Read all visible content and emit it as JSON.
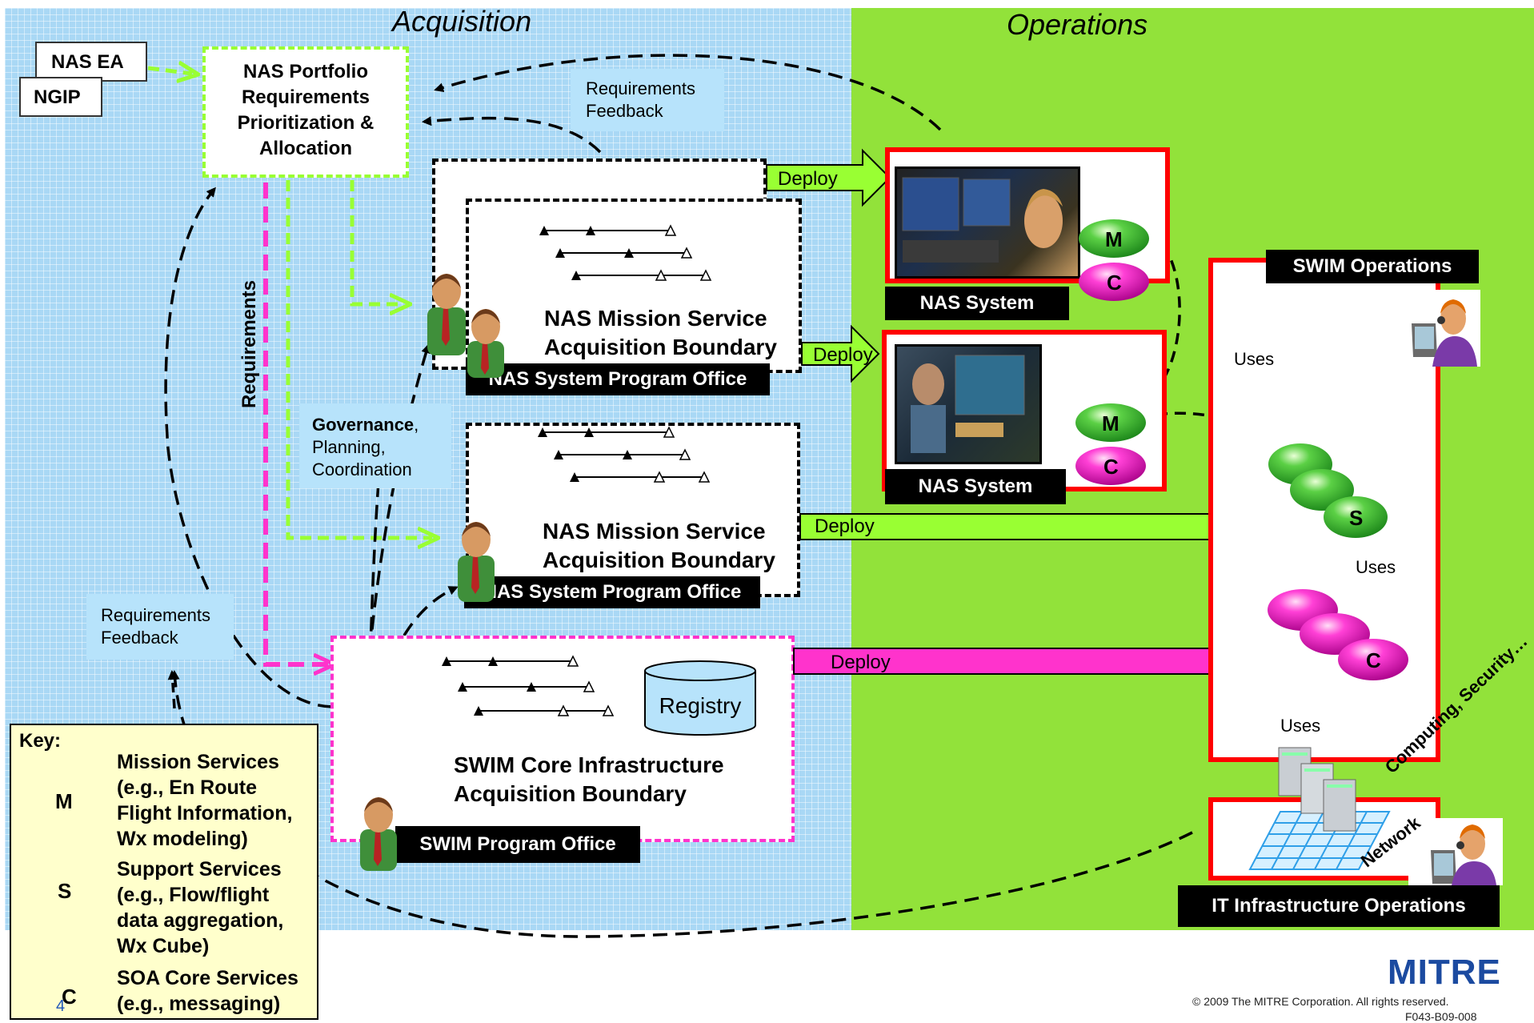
{
  "titles": {
    "acquisition": "Acquisition",
    "operations": "Operations"
  },
  "inputs": {
    "nas_ea": "NAS EA",
    "ngip": "NGIP"
  },
  "portfolio": {
    "lines": [
      "NAS Portfolio",
      "Requirements",
      "Prioritization &",
      "Allocation"
    ]
  },
  "feedback": {
    "top": [
      "Requirements",
      "Feedback"
    ],
    "left": [
      "Requirements",
      "Feedback"
    ]
  },
  "requirements_label": "Requirements",
  "governance": {
    "bold": "Governance",
    "rest": ",",
    "line2": "Planning,",
    "line3": "Coordination"
  },
  "boundary1": {
    "lines": [
      "NAS Mission Service",
      "Acquisition Boundary"
    ],
    "office": "NAS System Program Office"
  },
  "boundary2": {
    "lines": [
      "NAS Mission Service",
      "Acquisition Boundary"
    ],
    "office": "NAS System Program Office"
  },
  "swim": {
    "lines": [
      "SWIM Core Infrastructure",
      "Acquisition Boundary"
    ],
    "office": "SWIM Program Office",
    "registry": "Registry"
  },
  "deploy": "Deploy",
  "nas_system": "NAS System",
  "swim_ops": "SWIM Operations",
  "it_ops": "IT Infrastructure Operations",
  "uses": "Uses",
  "network": "Network",
  "computing": "Computing, Security…",
  "service_letters": {
    "m": "M",
    "c": "C",
    "s": "S"
  },
  "key": {
    "title": "Key:",
    "m": [
      "Mission Services",
      "(e.g., En Route",
      "Flight Information,",
      "Wx modeling)"
    ],
    "s": [
      "Support Services",
      "(e.g., Flow/flight",
      "data aggregation,",
      "Wx Cube)"
    ],
    "c": [
      "SOA Core Services",
      "(e.g., messaging)"
    ]
  },
  "footer": {
    "logo": "MITRE",
    "copyright": "© 2009 The MITRE Corporation. All rights reserved.",
    "code": "F043-B09-008",
    "page": "4"
  },
  "colors": {
    "acq_bg": "#a9d8f5",
    "ops_bg": "#92e23a",
    "pink": "#ff33cc",
    "green_light": "#99ff33",
    "red": "#ff0000"
  }
}
